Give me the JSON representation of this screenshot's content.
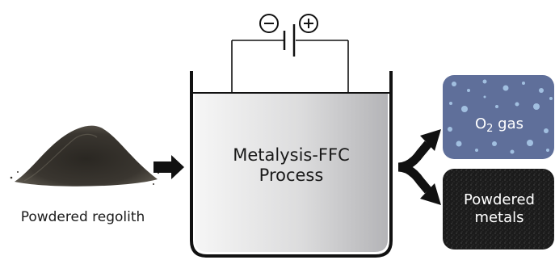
{
  "input": {
    "label": "Powdered regolith"
  },
  "process": {
    "line1": "Metalysis-FFC",
    "line2": "Process"
  },
  "battery": {
    "negative_symbol": "⊖",
    "positive_symbol": "⊕"
  },
  "outputs": {
    "oxygen": {
      "prefix": "O",
      "subscript": "2",
      "suffix": " gas"
    },
    "metals": {
      "line1": "Powdered",
      "line2": "metals"
    }
  },
  "colors": {
    "oxygen_box": "#5f6f9a",
    "metals_box": "#1c1c1c",
    "cell_fill_light": "#f4f4f4",
    "cell_fill_dark": "#b9b9bc",
    "outline": "#111111"
  }
}
